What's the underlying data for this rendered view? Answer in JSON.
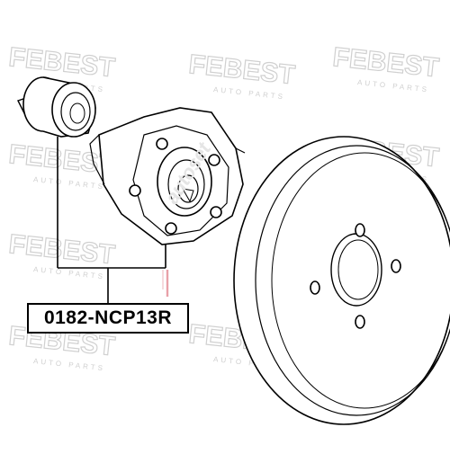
{
  "diagram": {
    "part_number": "0182-NCP13R",
    "watermark": {
      "brand": "FEBEST",
      "tagline": "AUTO PARTS",
      "site": "autoset"
    },
    "colors": {
      "line": "#000000",
      "watermark": "#d0d0d0",
      "highlight": "#e8a0a8"
    }
  }
}
